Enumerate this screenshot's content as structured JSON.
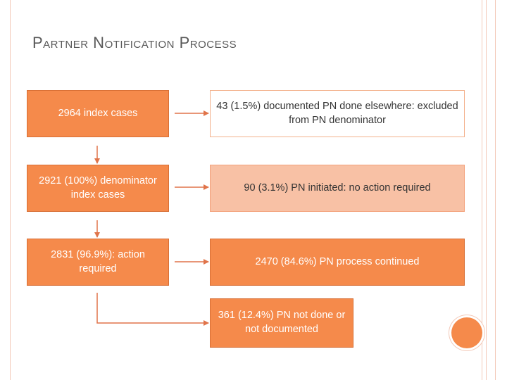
{
  "title": "Partner Notification Process",
  "boxes": {
    "index_cases": "2964 index cases",
    "denominator": "2921 (100%) denominator index cases",
    "action_required": "2831 (96.9%): action required",
    "excluded": "43 (1.5%) documented PN done elsewhere: excluded from PN denominator",
    "no_action": "90 (3.1%) PN initiated: no action required",
    "continued": "2470 (84.6%) PN process continued",
    "not_done": "361 (12.4%) PN not done or not documented"
  },
  "colors": {
    "accent": "#f58a4b",
    "pale_accent": "#f8c1a5",
    "frame": "#f3c9b8",
    "arrow": "#e0744a"
  }
}
